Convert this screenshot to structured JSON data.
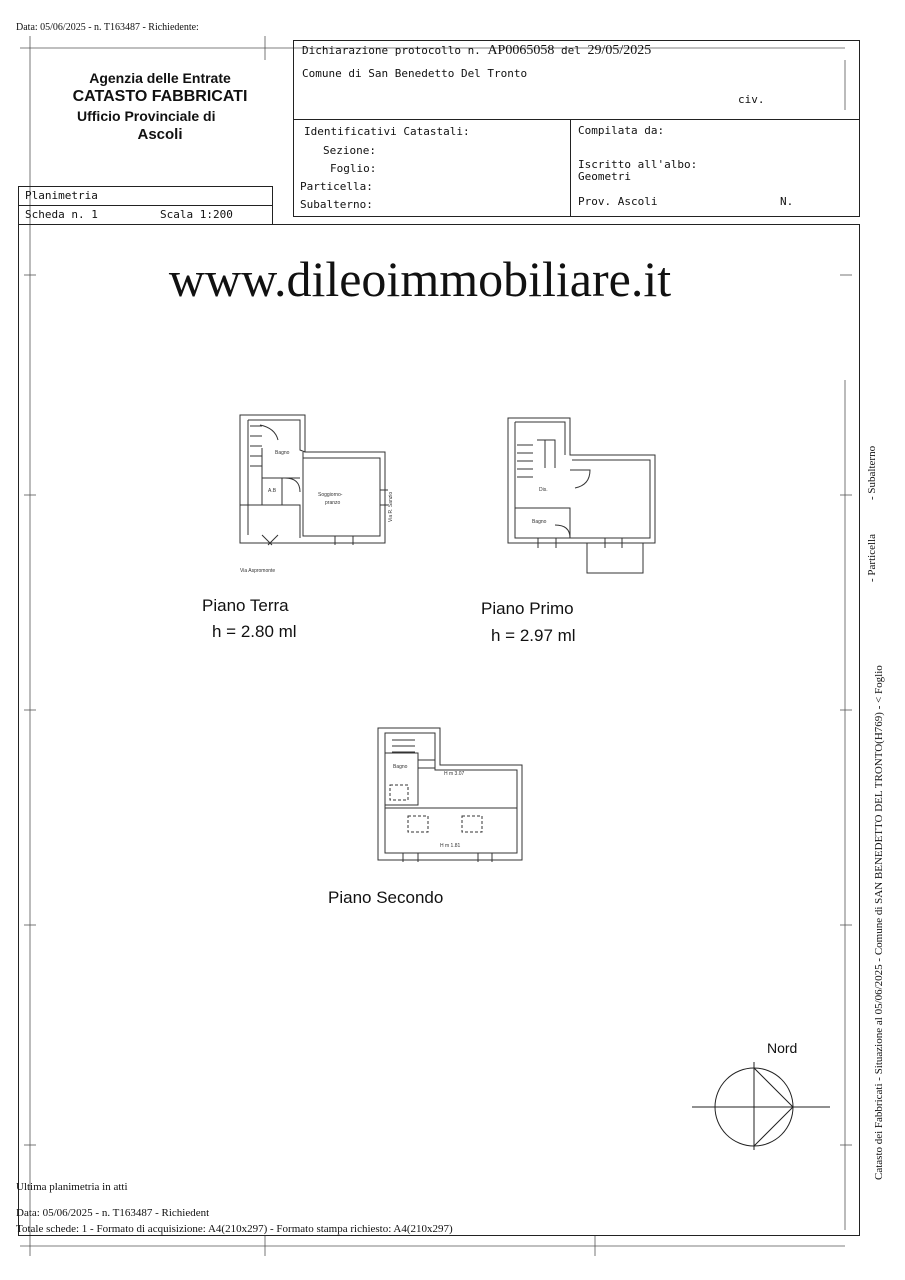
{
  "header": {
    "top_line": "Data: 05/06/2025 - n. T163487 - Richiedente:",
    "agency_name": "Agenzia delle Entrate",
    "catasto": "CATASTO FABBRICATI",
    "ufficio": "Ufficio Provinciale di",
    "provincia": "Ascoli"
  },
  "declaration": {
    "protocol_label": "Dichiarazione protocollo n.",
    "protocol_number": "AP0065058",
    "del_label": "del",
    "date": "29/05/2025",
    "comune": "Comune di San Benedetto Del Tronto",
    "civ_label": "civ."
  },
  "identificativi": {
    "title": "Identificativi Catastali:",
    "sezione": "Sezione:",
    "foglio": "Foglio:",
    "particella": "Particella:",
    "subalterno": "Subalterno:"
  },
  "compilata": {
    "title": "Compilata da:",
    "iscritto": "Iscritto all'albo:",
    "albo": "Geometri",
    "prov_label": "Prov.",
    "prov": "Ascoli",
    "n_label": "N."
  },
  "planimetria": {
    "title": "Planimetria",
    "scheda": "Scheda n. 1",
    "scala": "Scala 1:200"
  },
  "watermark": "www.dileoimmobiliare.it",
  "floors": [
    {
      "name": "Piano Terra",
      "height": "h = 2.80 ml"
    },
    {
      "name": "Piano Primo",
      "height": "h = 2.97 ml"
    },
    {
      "name": "Piano Secondo"
    }
  ],
  "plan_labels": {
    "bagno": "Bagno",
    "ab": "A.B",
    "soggiorno": "Soggiorno-",
    "pranzo": "pranzo",
    "via_sanzio": "Via R. Sanzio",
    "via_aspromonte": "Via Aspromonte",
    "dis": "Dis.",
    "hm1": "H m  3.07",
    "hm2": "H m  1.81"
  },
  "north_label": "Nord",
  "side_text": "Catasto dei Fabbricati - Situazione al 05/06/2025 - Comune di SAN BENEDETTO DEL TRONTO(H769) - < Foglio",
  "side_particella": "- Particella",
  "side_subalterno": "- Subalterno",
  "footer": {
    "ultima": "Ultima planimetria in atti",
    "data_line": "Data: 05/06/2025 - n. T163487 - Richiedent",
    "totale": "Totale schede: 1 - Formato di acquisizione: A4(210x297)  - Formato stampa richiesto: A4(210x297)"
  }
}
